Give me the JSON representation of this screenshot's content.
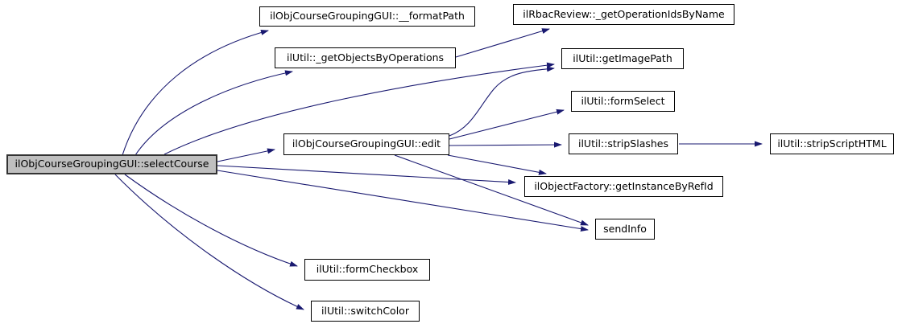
{
  "diagram": {
    "kind": "call-graph",
    "colors": {
      "edge": "#191970",
      "node_fill": "#ffffff",
      "node_border": "#000000",
      "highlight_fill": "#bfbfbf",
      "background": "#ffffff",
      "text": "#000000"
    },
    "nodes": [
      {
        "id": "selectCourse",
        "label": "ilObjCourseGroupingGUI::selectCourse",
        "highlighted": true
      },
      {
        "id": "formatPath",
        "label": "ilObjCourseGroupingGUI::__formatPath"
      },
      {
        "id": "getObjectsByOperations",
        "label": "ilUtil::_getObjectsByOperations"
      },
      {
        "id": "edit",
        "label": "ilObjCourseGroupingGUI::edit"
      },
      {
        "id": "formCheckbox",
        "label": "ilUtil::formCheckbox"
      },
      {
        "id": "switchColor",
        "label": "ilUtil::switchColor"
      },
      {
        "id": "getOperationIdsByName",
        "label": "ilRbacReview::_getOperationIdsByName"
      },
      {
        "id": "getImagePath",
        "label": "ilUtil::getImagePath"
      },
      {
        "id": "formSelect",
        "label": "ilUtil::formSelect"
      },
      {
        "id": "stripSlashes",
        "label": "ilUtil::stripSlashes"
      },
      {
        "id": "getInstanceByRefId",
        "label": "ilObjectFactory::getInstanceByRefId"
      },
      {
        "id": "sendInfo",
        "label": "sendInfo"
      },
      {
        "id": "stripScriptHTML",
        "label": "ilUtil::stripScriptHTML"
      }
    ],
    "edges": [
      {
        "from": "selectCourse",
        "to": "formatPath"
      },
      {
        "from": "selectCourse",
        "to": "getObjectsByOperations"
      },
      {
        "from": "selectCourse",
        "to": "getImagePath"
      },
      {
        "from": "selectCourse",
        "to": "edit"
      },
      {
        "from": "selectCourse",
        "to": "getInstanceByRefId"
      },
      {
        "from": "selectCourse",
        "to": "sendInfo"
      },
      {
        "from": "selectCourse",
        "to": "formCheckbox"
      },
      {
        "from": "selectCourse",
        "to": "switchColor"
      },
      {
        "from": "getObjectsByOperations",
        "to": "getOperationIdsByName"
      },
      {
        "from": "edit",
        "to": "getImagePath"
      },
      {
        "from": "edit",
        "to": "formSelect"
      },
      {
        "from": "edit",
        "to": "stripSlashes"
      },
      {
        "from": "edit",
        "to": "getInstanceByRefId"
      },
      {
        "from": "edit",
        "to": "sendInfo"
      },
      {
        "from": "stripSlashes",
        "to": "stripScriptHTML"
      }
    ]
  }
}
